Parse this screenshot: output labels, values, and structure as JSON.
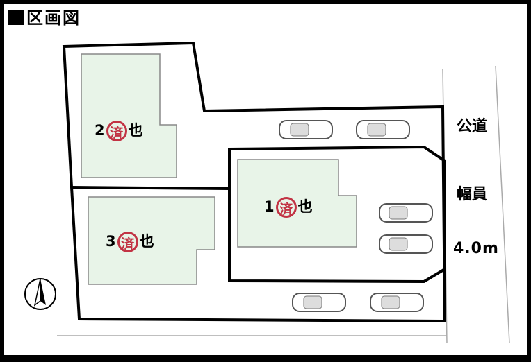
{
  "title": "区画図",
  "road": {
    "name": "公道",
    "width_label": "幅員",
    "width_value": "4.0m"
  },
  "lots": [
    {
      "number": "2",
      "seal": "済",
      "suffix": "也"
    },
    {
      "number": "1",
      "seal": "済",
      "suffix": "也"
    },
    {
      "number": "3",
      "seal": "済",
      "suffix": "也"
    }
  ],
  "icons": {
    "north": "north-arrow-icon",
    "car": "car-icon"
  },
  "colors": {
    "house": "#e8f4e8",
    "seal": "#c23344",
    "line": "#000000",
    "bg": "#ffffff"
  }
}
